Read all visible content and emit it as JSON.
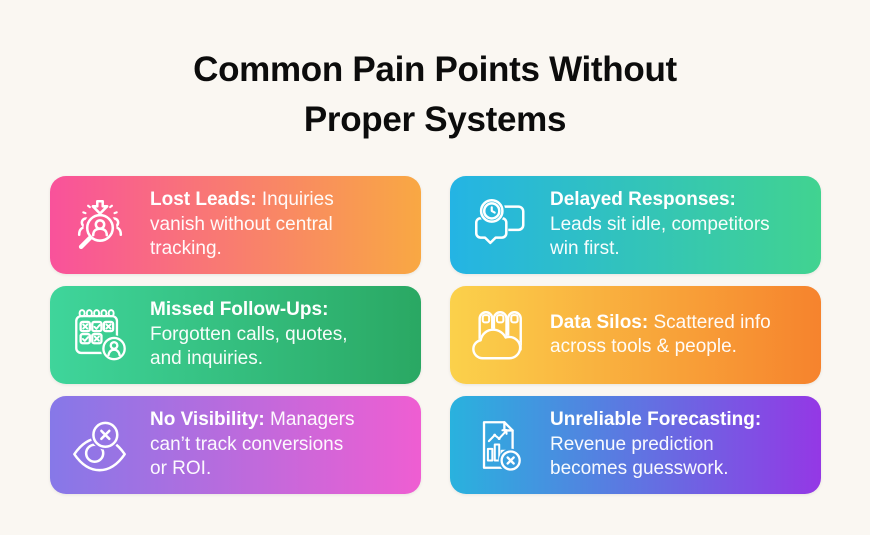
{
  "page": {
    "title_lines": [
      "Common Pain Points Without",
      "Proper Systems"
    ]
  },
  "colors": {
    "background": "#faf7f2",
    "title": "#0c0c0c",
    "card_text": "#ffffff"
  },
  "cards": [
    {
      "id": "lost-leads",
      "icon": "lead-search-icon",
      "heading": "Lost Leads:",
      "body": "Inquiries\nvanish without central\ntracking.",
      "gradient_from": "#f9529b",
      "gradient_to": "#f9a843"
    },
    {
      "id": "delayed-responses",
      "icon": "chat-clock-icon",
      "heading": "Delayed Responses:",
      "body": "\nLeads sit idle, competitors\nwin first.",
      "gradient_from": "#24b4e4",
      "gradient_to": "#41d390"
    },
    {
      "id": "missed-follow-ups",
      "icon": "calendar-tasks-icon",
      "heading": "Missed Follow-Ups:",
      "body": "\nForgotten calls, quotes,\nand inquiries.",
      "gradient_from": "#3fd59b",
      "gradient_to": "#2aa863"
    },
    {
      "id": "data-silos",
      "icon": "silo-cloud-icon",
      "heading": "Data Silos:",
      "body": "Scattered info\nacross tools & people.",
      "gradient_from": "#fbd14b",
      "gradient_to": "#f6832d"
    },
    {
      "id": "no-visibility",
      "icon": "eye-crossed-icon",
      "heading": "No Visibility:",
      "body": "Managers\ncan’t track conversions\nor ROI.",
      "gradient_from": "#8678e8",
      "gradient_to": "#ef5ed2"
    },
    {
      "id": "unreliable-forecasting",
      "icon": "chart-document-crossed-icon",
      "heading": "Unreliable Forecasting:",
      "body": "\nRevenue prediction\nbecomes guesswork.",
      "gradient_from": "#29b2de",
      "gradient_to": "#9438e5"
    }
  ]
}
